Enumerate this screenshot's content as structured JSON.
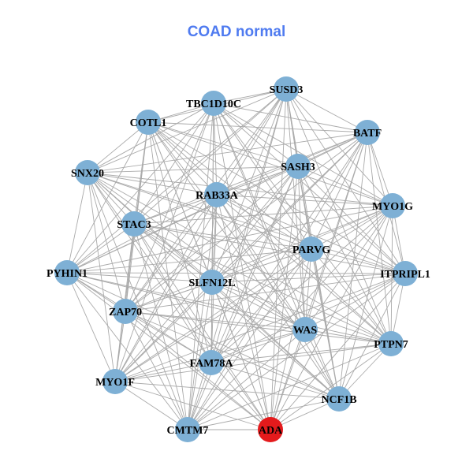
{
  "title": "COAD normal",
  "colors": {
    "node": "#7EB0D5",
    "highlight": "#E41A1C",
    "edge": "#AAAAAA"
  },
  "graph": {
    "edge_mode": "complete",
    "nodes": [
      {
        "id": "SUSD3"
      },
      {
        "id": "TBC1D10C"
      },
      {
        "id": "COTL1"
      },
      {
        "id": "BATF"
      },
      {
        "id": "SNX20"
      },
      {
        "id": "SASH3"
      },
      {
        "id": "RAB33A"
      },
      {
        "id": "MYO1G"
      },
      {
        "id": "STAC3"
      },
      {
        "id": "PARVG"
      },
      {
        "id": "PYHIN1"
      },
      {
        "id": "ITPRIPL1"
      },
      {
        "id": "SLFN12L"
      },
      {
        "id": "ZAP70"
      },
      {
        "id": "WAS"
      },
      {
        "id": "PTPN7"
      },
      {
        "id": "FAM78A"
      },
      {
        "id": "MYO1F"
      },
      {
        "id": "NCF1B"
      },
      {
        "id": "CMTM7"
      },
      {
        "id": "ADA",
        "highlight": true
      }
    ]
  }
}
